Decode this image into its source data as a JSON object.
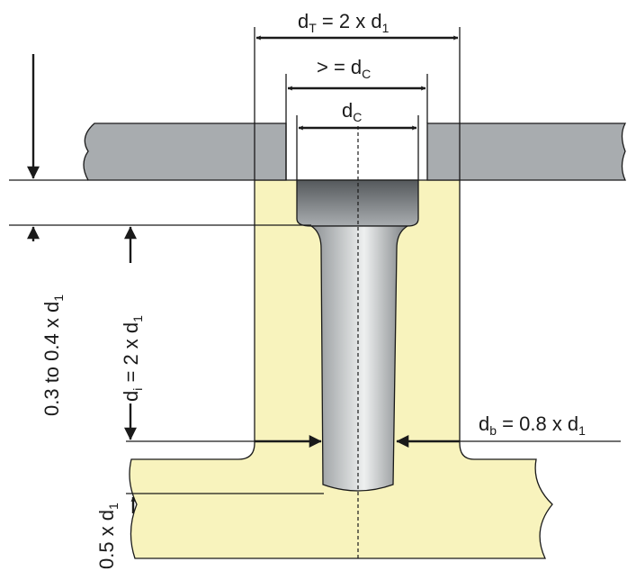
{
  "colors": {
    "plate": "#a8acaf",
    "plastic": "#f8f3bd",
    "pin_light": "#e3e6e7",
    "pin_dark": "#6b6f72",
    "line": "#1a1a1a"
  },
  "labels": {
    "dT": {
      "base": "d",
      "sub": "T",
      "rest": " = 2 x d",
      "sub2": "1"
    },
    "ge_dC": {
      "base": "> = d",
      "sub": "C"
    },
    "dC": {
      "base": "d",
      "sub": "C"
    },
    "wall_depth": {
      "base": "0.3 to 0.4 x d",
      "sub": "1"
    },
    "di": {
      "base": "d",
      "sub": "i",
      "rest": " = 2 x d",
      "sub2": "1"
    },
    "db": {
      "base": "d",
      "sub": "b",
      "rest": " = 0.8 x d",
      "sub2": "1"
    },
    "base_depth": {
      "base": "0.5 x d",
      "sub": "1"
    }
  }
}
